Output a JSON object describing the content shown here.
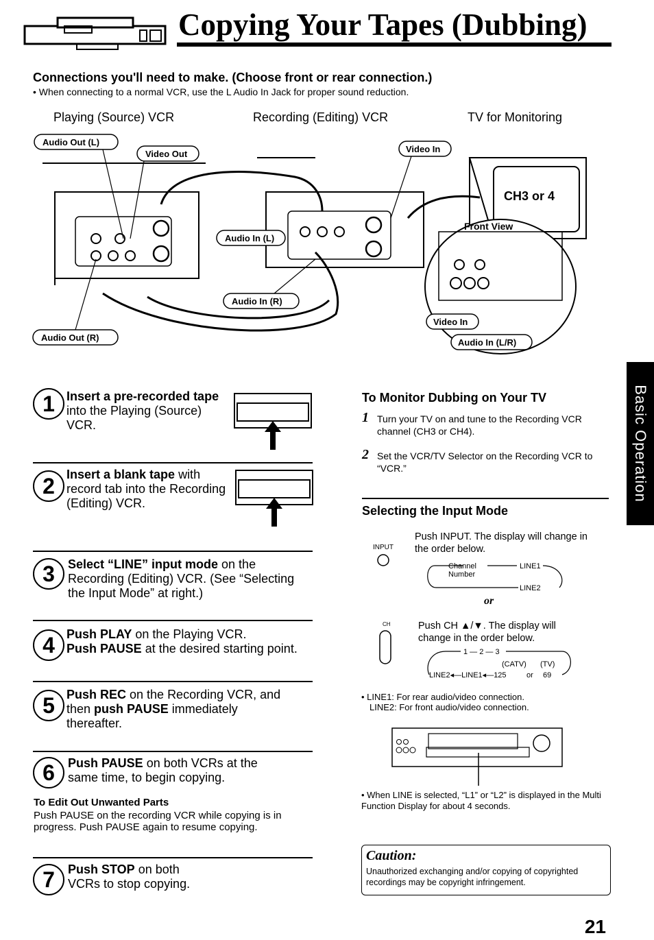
{
  "title": "Copying Your Tapes (Dubbing)",
  "connections": {
    "heading": "Connections you'll need to make. (Choose front or rear connection.)",
    "note": "• When connecting to a normal VCR, use the L Audio In Jack for proper sound reduction.",
    "col_playing": "Playing (Source) VCR",
    "col_recording": "Recording (Editing) VCR",
    "col_tv": "TV for Monitoring"
  },
  "diagram": {
    "audio_out_l": "Audio Out (L)",
    "video_out": "Video Out",
    "video_in": "Video In",
    "ch3_or_4": "CH3 or 4",
    "front_view": "Front View",
    "audio_in_l": "Audio In (L)",
    "audio_in_r": "Audio In (R)",
    "audio_out_r": "Audio Out (R)",
    "video_in_front": "Video In",
    "audio_in_lr": "Audio In (L/R)"
  },
  "steps": [
    {
      "num": "1",
      "bold": "Insert a pre-recorded tape",
      "rest": " into the Playing (Source) VCR."
    },
    {
      "num": "2",
      "bold": "Insert a blank tape",
      "rest": " with record tab into the Recording (Editing) VCR."
    },
    {
      "num": "3",
      "bold": "Select “LINE” input mode",
      "rest": " on the Recording (Editing) VCR. (See “Selecting the Input Mode” at right.)"
    },
    {
      "num": "4",
      "bold": "Push PLAY",
      "rest": " on the Playing VCR.",
      "bold2": "Push PAUSE",
      "rest2": " at the desired starting point."
    },
    {
      "num": "5",
      "bold": "Push REC",
      "rest": " on the Recording VCR, and then ",
      "bold2": "push PAUSE",
      "rest2": " immediately thereafter."
    },
    {
      "num": "6",
      "bold": "Push PAUSE",
      "rest": " on both VCRs at the same time, to begin copying."
    },
    {
      "num": "7",
      "bold": "Push STOP",
      "rest": " on both VCRs to stop copying."
    }
  ],
  "edit_out": {
    "heading": "To Edit Out Unwanted Parts",
    "text": "Push PAUSE on the recording VCR while copying is in progress. Push PAUSE again to resume copying."
  },
  "monitor": {
    "heading": "To Monitor Dubbing on Your TV",
    "items": [
      {
        "num": "1",
        "text": "Turn your TV on and tune to the Recording VCR channel (CH3 or CH4)."
      },
      {
        "num": "2",
        "text": "Set the VCR/TV Selector on the Recording VCR to “VCR.”"
      }
    ]
  },
  "input_mode": {
    "heading": "Selecting the Input Mode",
    "input_label": "INPUT",
    "push_input": "Push INPUT. The display will change in the order below.",
    "cycle1": {
      "channel": "Channel",
      "number": "Number",
      "line1": "LINE1",
      "line2": "LINE2"
    },
    "or": "or",
    "push_ch": "Push CH ▲/▼. The display will change in the order below.",
    "ch_label": "CH",
    "cycle2": {
      "seq": "1 — 2 — 3",
      "catv": "(CATV)",
      "tv": "(TV)",
      "bottom": "LINE2◂—LINE1◂—125",
      "or": "or",
      "n69": "69"
    },
    "line_notes": [
      "• LINE1: For rear audio/video connection.",
      "LINE2: For front audio/video connection."
    ],
    "display_note": "• When LINE is selected, “L1” or “L2” is displayed in the Multi Function Display for about 4 seconds."
  },
  "caution": {
    "heading": "Caution:",
    "text": "Unauthorized exchanging and/or copying of copyrighted recordings may be copyright infringement."
  },
  "side_tab": "Basic Operation",
  "page_number": "21"
}
